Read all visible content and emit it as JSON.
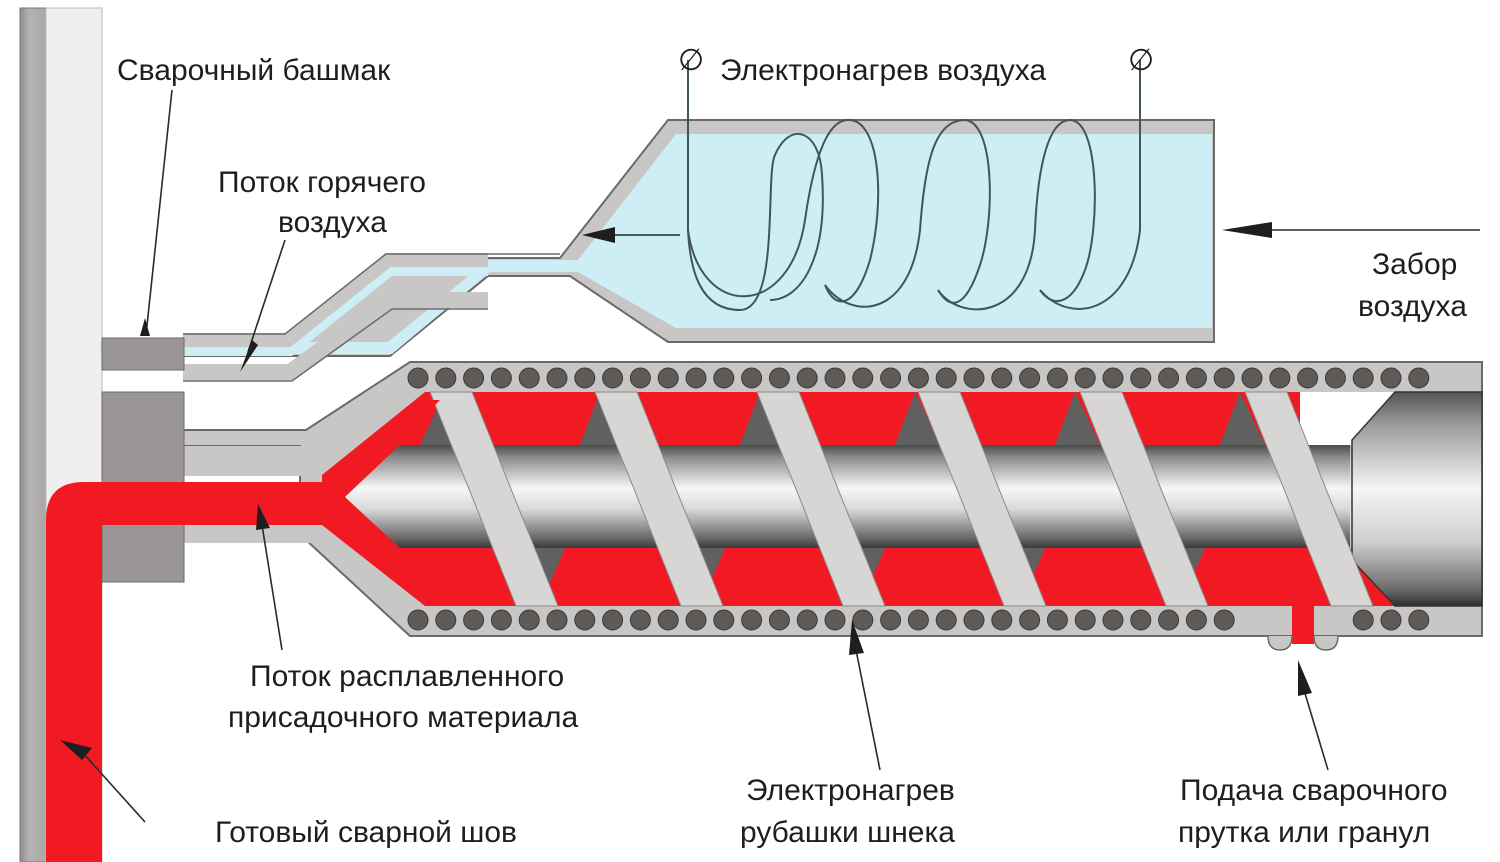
{
  "diagram": {
    "title": "Экструзионная сварка: схема экструдера",
    "colors": {
      "melt": "#f11a22",
      "hot_air": "#cdeef5",
      "housing": "#c9c7c6",
      "shoe": "#9a9696",
      "heater_coil_dot": "#5e5a58",
      "screw_light": "#f4f4f4",
      "screw_dark": "#5f5f5f"
    },
    "labels": {
      "welding_shoe": "Сварочный башмак",
      "hot_air_flow_1": "Поток горячего",
      "hot_air_flow_2": "воздуха",
      "air_heater": "Электронагрев воздуха",
      "air_intake_1": "Забор",
      "air_intake_2": "воздуха",
      "melt_flow_1": "Поток расплавленного",
      "melt_flow_2": "присадочного материала",
      "finished_seam": "Готовый сварной шов",
      "barrel_heater_1": "Электронагрев",
      "barrel_heater_2": "рубашки шнека",
      "rod_feed_1": "Подача сварочного",
      "rod_feed_2": "прутка или гранул"
    },
    "terminal_symbol": "∅"
  }
}
